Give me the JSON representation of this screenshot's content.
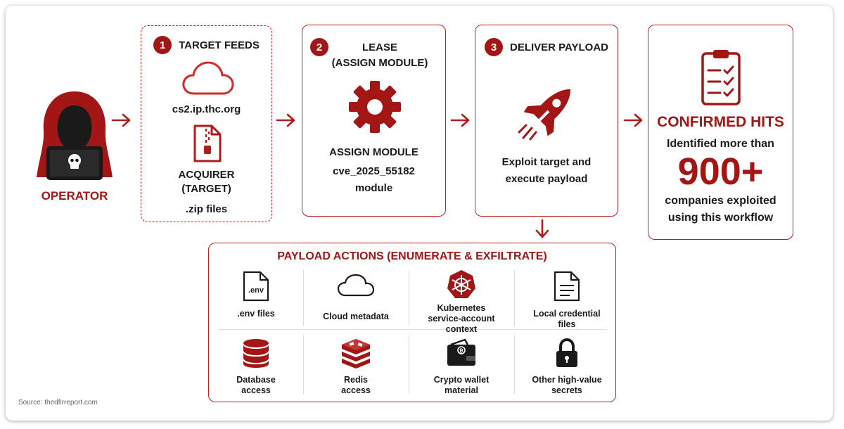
{
  "operator": {
    "label": "OPERATOR"
  },
  "step1": {
    "number": "1",
    "title": "TARGET FEEDS",
    "feed": "cs2.ip.thc.org",
    "acquirer": "ACQUIRER\n(TARGET)",
    "files": ".zip files"
  },
  "step2": {
    "number": "2",
    "title": "LEASE\n(ASSIGN MODULE)",
    "heading": "ASSIGN MODULE",
    "module": "cve_2025_55182\nmodule"
  },
  "step3": {
    "number": "3",
    "title": "DELIVER PAYLOAD",
    "description": "Exploit target and\nexecute payload"
  },
  "hits": {
    "title": "CONFIRMED HITS",
    "line1": "Identified more than",
    "count": "900+",
    "line2": "companies exploited\nusing this workflow"
  },
  "payload": {
    "title": "PAYLOAD ACTIONS (ENUMERATE & EXFILTRATE)",
    "env_icon_text": ".env",
    "items": [
      {
        "label": ".env files",
        "icon": "env-file-icon"
      },
      {
        "label": "Cloud metadata",
        "icon": "cloud-icon"
      },
      {
        "label": "Kubernetes\nservice-account\ncontext",
        "icon": "kubernetes-icon"
      },
      {
        "label": "Local credential\nfiles",
        "icon": "document-icon"
      },
      {
        "label": "Database\naccess",
        "icon": "database-icon"
      },
      {
        "label": "Redis\naccess",
        "icon": "redis-icon"
      },
      {
        "label": "Crypto wallet\nmaterial",
        "icon": "wallet-icon"
      },
      {
        "label": "Other high-value\nsecrets",
        "icon": "lock-icon"
      }
    ]
  },
  "source": "Source: thedfirreport.com",
  "colors": {
    "accent": "#a31616",
    "border": "#c02020"
  }
}
